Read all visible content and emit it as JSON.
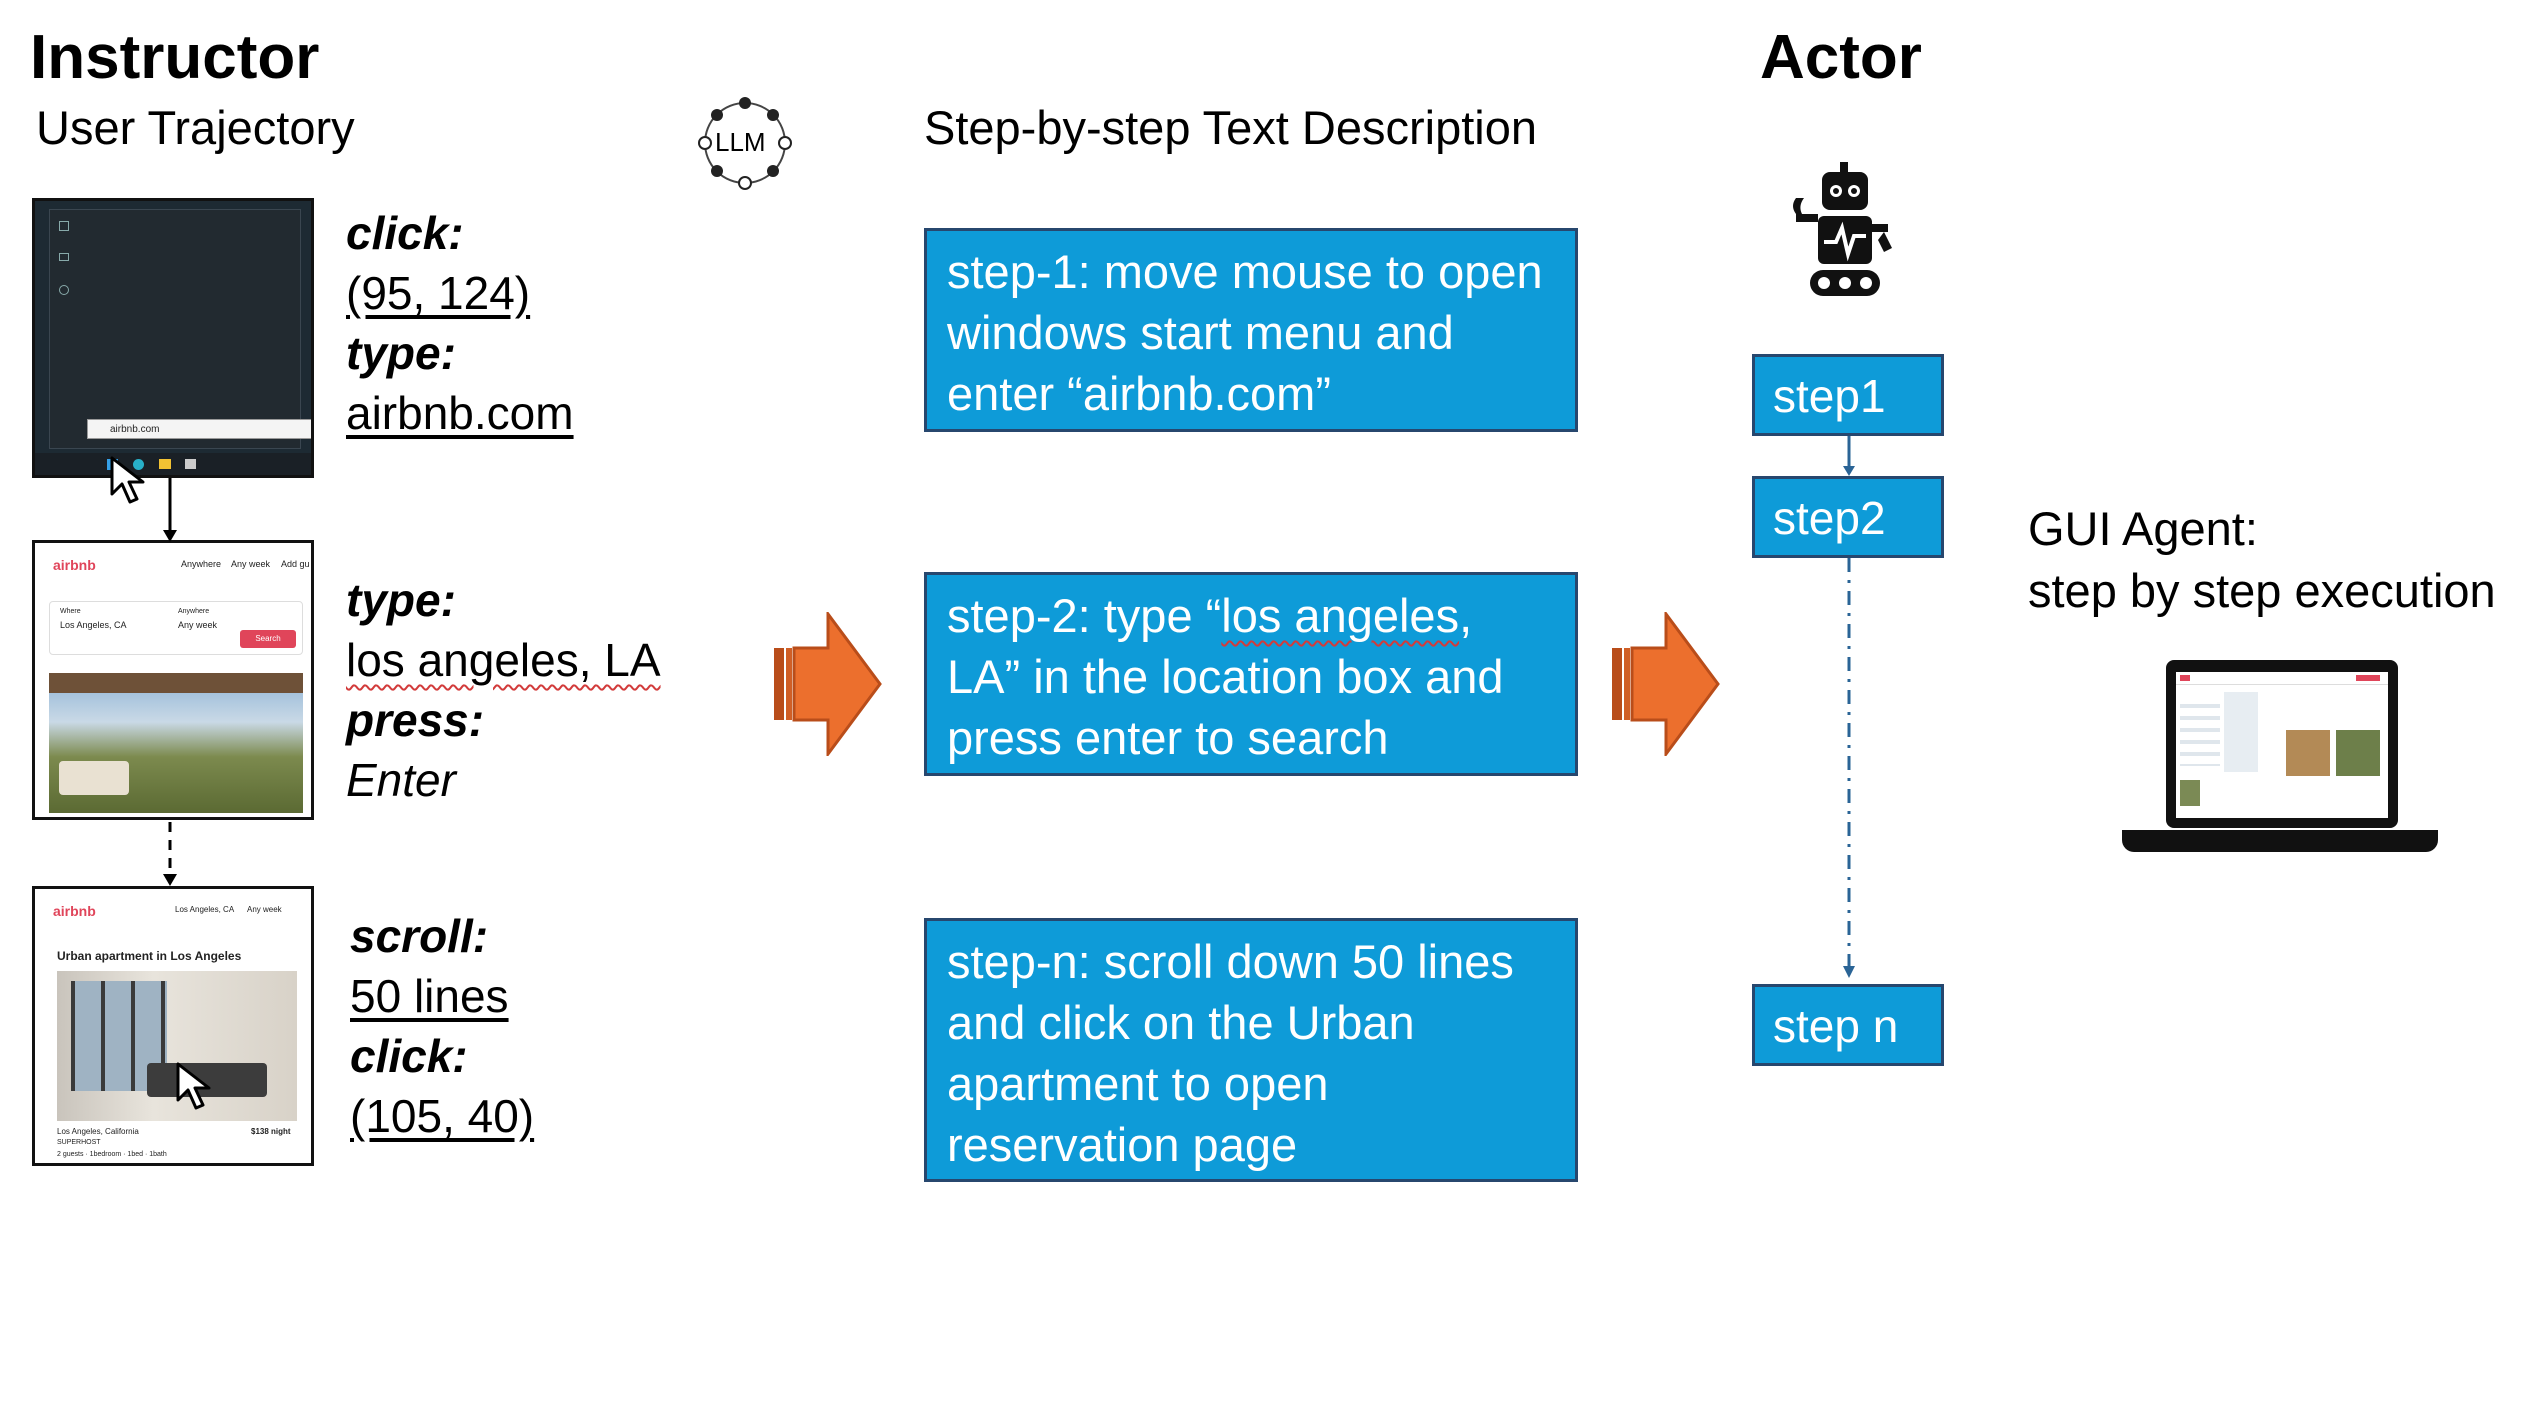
{
  "instructor": {
    "title": "Instructor",
    "subtitle": "User Trajectory",
    "llm_label": "LLM",
    "thumb1": {
      "search_text": "airbnb.com"
    },
    "thumb2": {
      "brand": "airbnb",
      "nav": [
        "Anywhere",
        "Any week",
        "Add gu"
      ],
      "where_label": "Where",
      "where_value": "Los Angeles, CA",
      "when_label": "Anywhere",
      "when_value": "Any week",
      "search_button": "Search"
    },
    "thumb3": {
      "brand": "airbnb",
      "nav": [
        "Los Angeles, CA",
        "Any week"
      ],
      "listing_title": "Urban apartment in Los Angeles",
      "location": "Los Angeles, California",
      "price": "$138 night",
      "host": "SUPERHOST",
      "details": "2 guests · 1bedroom · 1bed · 1bath"
    },
    "actions": [
      {
        "verb1": "click:",
        "value1": "(95, 124)",
        "verb2": "type:",
        "value2": "airbnb.com"
      },
      {
        "verb1": "type:",
        "value1": "los angeles, LA",
        "verb2": "press:",
        "value2": "Enter"
      },
      {
        "verb1": "scroll:",
        "value1": "50 lines",
        "verb2": "click:",
        "value2": "(105, 40)"
      }
    ]
  },
  "description": {
    "title": "Step-by-step Text Description",
    "step1": "step-1: move mouse to open windows start menu and enter “airbnb.com”",
    "step2_pre": "step-2: type “",
    "step2_squig1": "los angeles",
    "step2_mid": ", LA” in the location box and press enter to search",
    "stepn": "step-n: scroll down 50 lines and click on the Urban apartment to open reservation page"
  },
  "actor": {
    "title": "Actor",
    "steps": [
      "step1",
      "step2",
      "step n"
    ],
    "agent_line1": "GUI Agent:",
    "agent_line2": "step by step execution"
  },
  "colors": {
    "box_fill": "#0e9bd8",
    "box_border": "#27476e",
    "arrow_fill": "#ec6f2d",
    "arrow_dark": "#b94d1a"
  }
}
